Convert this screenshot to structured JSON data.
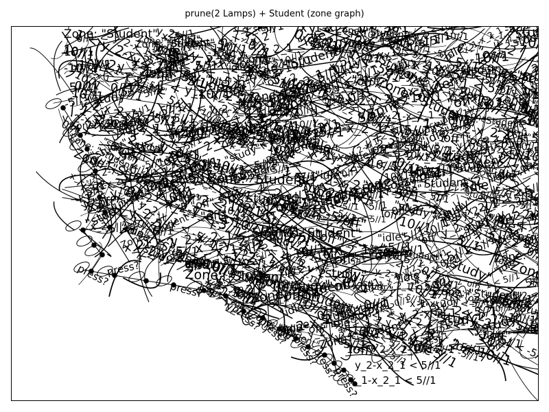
{
  "title": "prune(2 Lamps) + Student (zone graph)",
  "colors": {
    "ink": "#000000",
    "background": "#ffffff"
  },
  "edge_labels": [
    "press?",
    "press?",
    "press?",
    "press?",
    "press?",
    "press?",
    "press?",
    "press?",
    "press?"
  ],
  "visible_zone_labels": [
    "Zone: \"Student\"",
    "10//1",
    "-10//1",
    "y_2",
    "x_2",
    "\"off\"",
    "\"idle\"",
    "\"study\"",
    "5//1",
    "-5//1",
    "0//1",
    "1 < y_2-x_2_1 < 5//1",
    "y_2-x_2_1 < 5//1",
    "x_1-x_2_1 < 5//1",
    "y_2-x_1 < -5//1",
    "x_2-y_2 < 10//1"
  ]
}
